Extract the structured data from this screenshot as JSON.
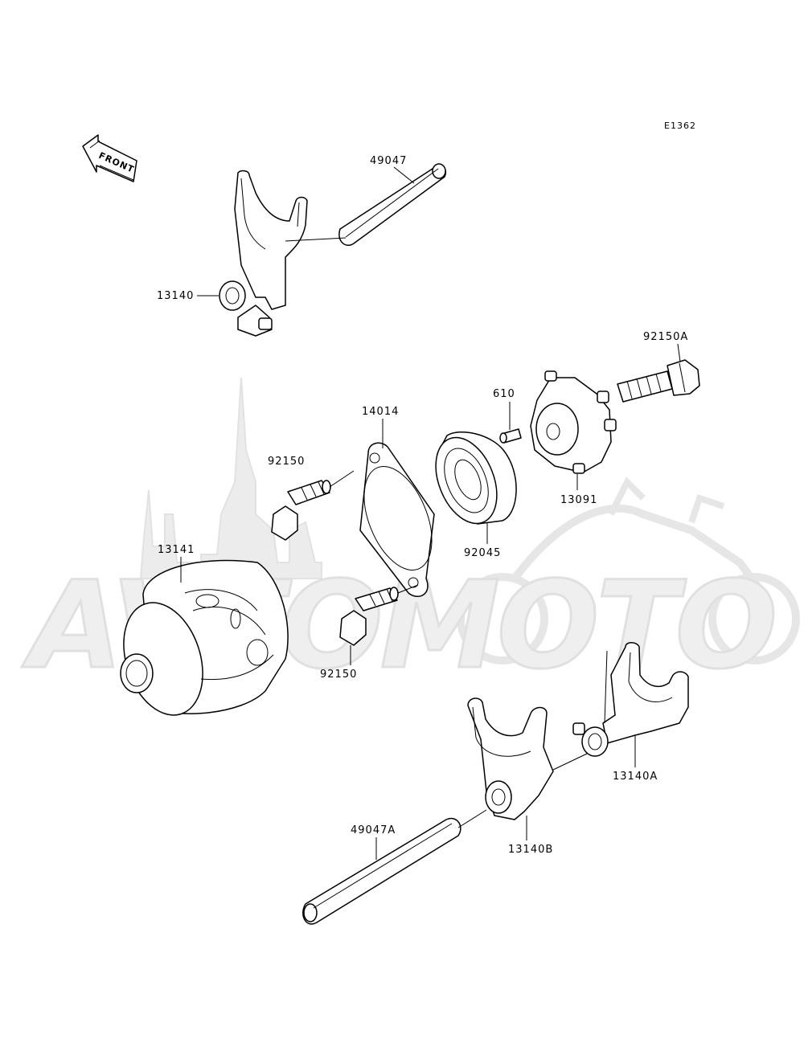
{
  "diagram_code": "E1362",
  "front_label": "FRONT",
  "watermark": {
    "text": "AVTOMOTO"
  },
  "parts": [
    {
      "id": "49047",
      "label": "49047"
    },
    {
      "id": "13140",
      "label": "13140"
    },
    {
      "id": "92150A",
      "label": "92150A"
    },
    {
      "id": "610",
      "label": "610"
    },
    {
      "id": "14014",
      "label": "14014"
    },
    {
      "id": "92150_top",
      "label": "92150"
    },
    {
      "id": "13091",
      "label": "13091"
    },
    {
      "id": "92045",
      "label": "92045"
    },
    {
      "id": "13141",
      "label": "13141"
    },
    {
      "id": "92150_bottom",
      "label": "92150"
    },
    {
      "id": "13140A",
      "label": "13140A"
    },
    {
      "id": "49047A",
      "label": "49047A"
    },
    {
      "id": "13140B",
      "label": "13140B"
    }
  ]
}
